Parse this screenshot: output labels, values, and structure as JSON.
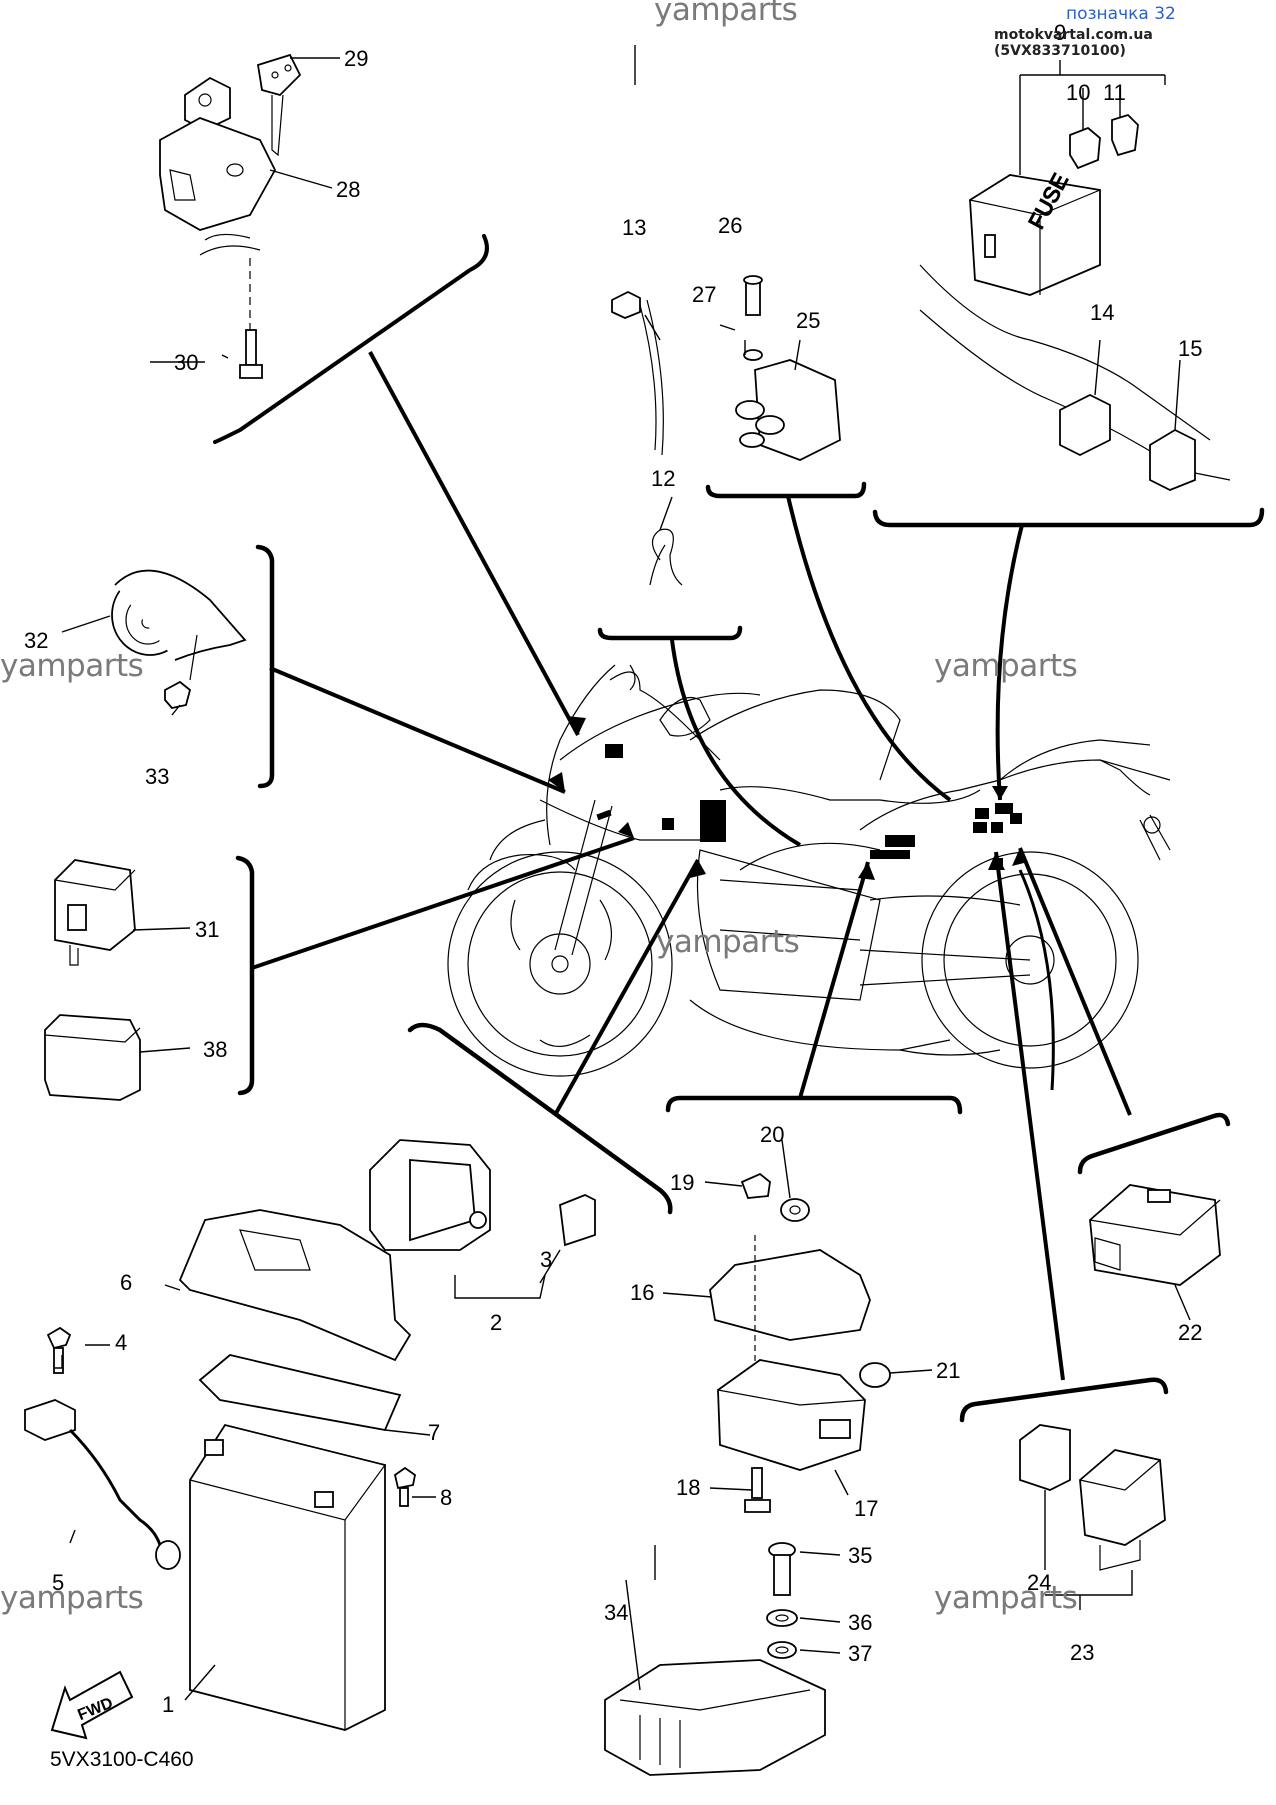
{
  "header": {
    "link": "позначка 32",
    "source": "motokvartal.com.ua (5VX833710100)"
  },
  "watermark": "yamparts",
  "diagram_code": "5VX3100-C460",
  "fwd_label": "FWD",
  "callouts": [
    "1",
    "2",
    "3",
    "4",
    "5",
    "6",
    "7",
    "8",
    "9",
    "10",
    "11",
    "12",
    "13",
    "14",
    "15",
    "16",
    "17",
    "18",
    "19",
    "20",
    "21",
    "22",
    "23",
    "24",
    "25",
    "26",
    "27",
    "28",
    "29",
    "30",
    "31",
    "32",
    "33",
    "34",
    "35",
    "36",
    "37",
    "38"
  ]
}
